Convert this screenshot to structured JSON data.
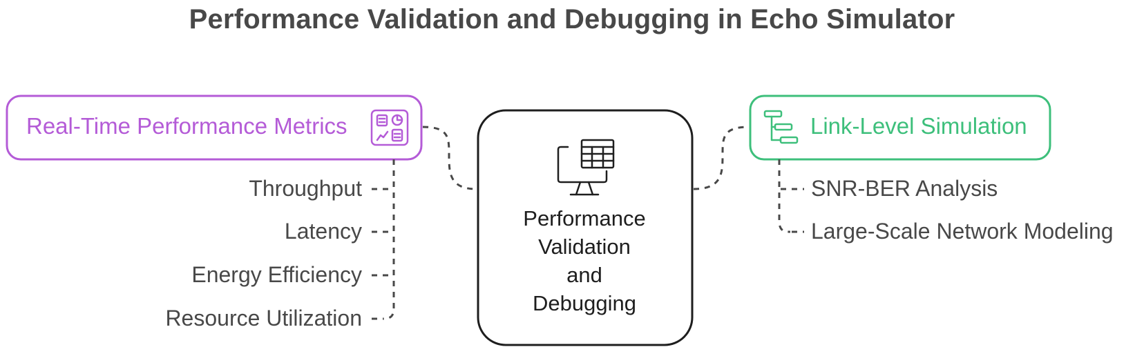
{
  "title": "Performance Validation and Debugging in Echo Simulator",
  "colors": {
    "purple": "#b45bd7",
    "green": "#3dbf7b",
    "dark": "#1e1e1e",
    "text": "#484848",
    "connector": "#484848"
  },
  "center": {
    "lines": [
      "Performance",
      "Validation",
      "and",
      "Debugging"
    ],
    "icon": "monitor-table-icon"
  },
  "left_branch": {
    "label": "Real-Time Performance Metrics",
    "icon": "dashboard-icon",
    "items": [
      "Throughput",
      "Latency",
      "Energy Efficiency",
      "Resource Utilization"
    ]
  },
  "right_branch": {
    "label": "Link-Level Simulation",
    "icon": "hierarchy-icon",
    "items": [
      "SNR-BER Analysis",
      "Large-Scale Network Modeling"
    ]
  }
}
